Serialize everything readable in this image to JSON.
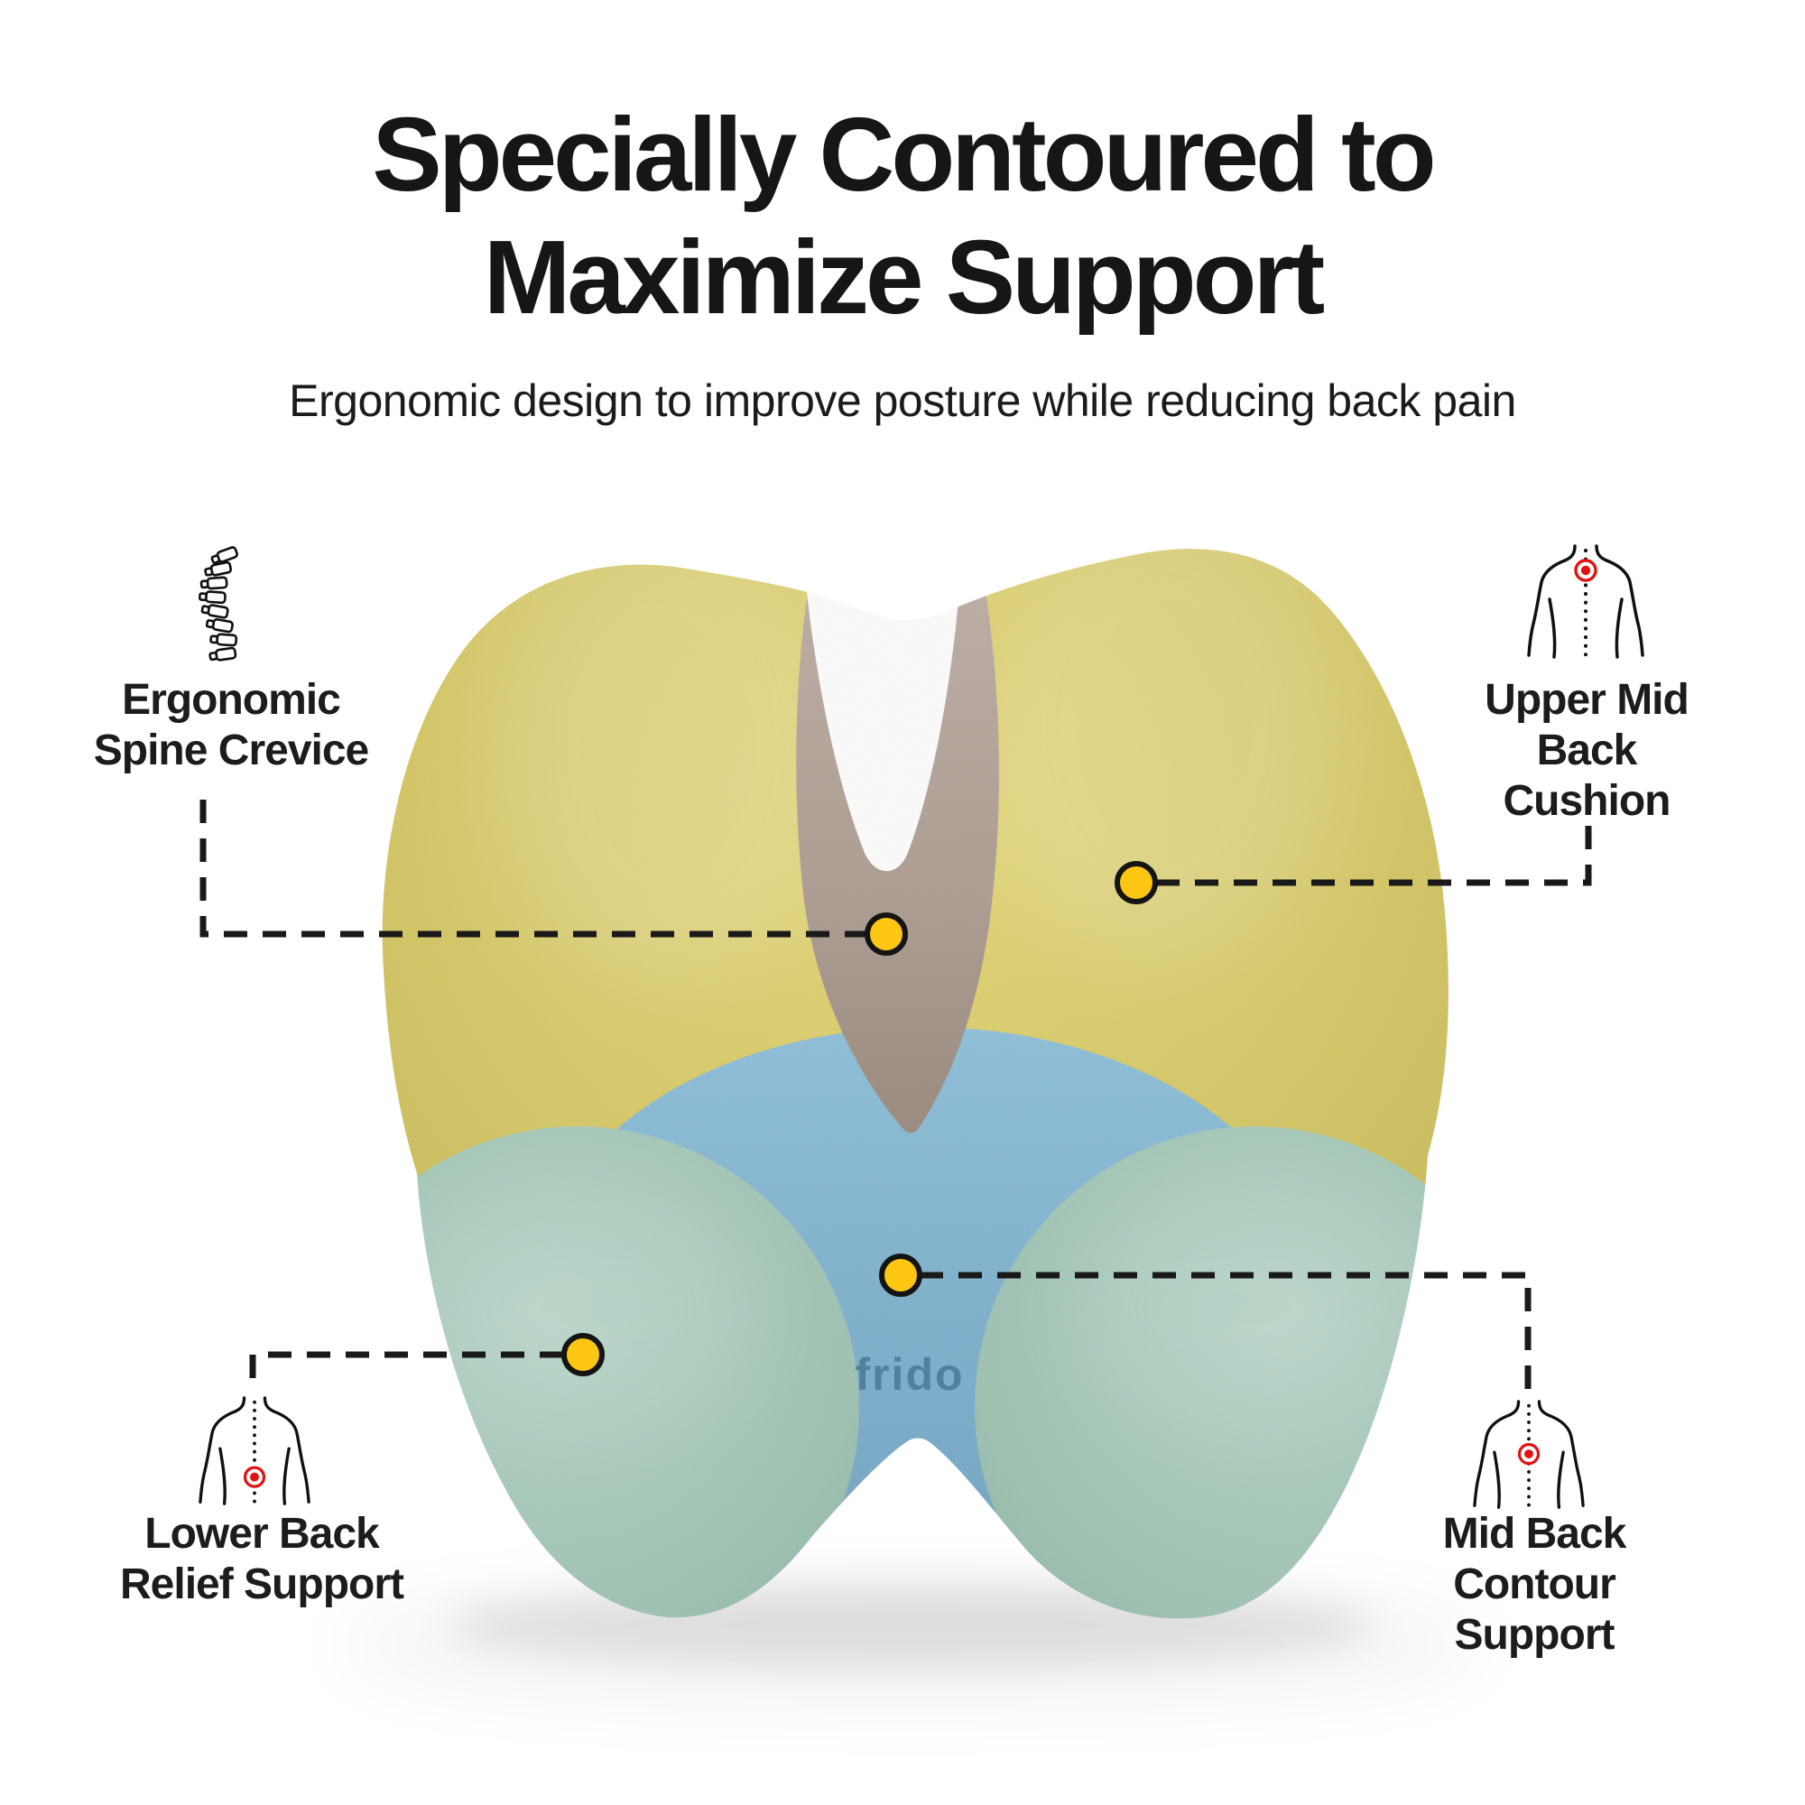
{
  "title": {
    "line1": "Specially Contoured to",
    "line2": "Maximize Support"
  },
  "subtitle": "Ergonomic design to improve posture while reducing back pain",
  "brand": {
    "logo_text": "frido"
  },
  "callouts": [
    {
      "id": "ergonomic-spine-crevice",
      "label": "Ergonomic\nSpine Crevice",
      "icon": "spine-icon",
      "position": "top-left"
    },
    {
      "id": "upper-mid-back-cushion",
      "label": "Upper Mid Back\nCushion",
      "icon": "body-target-upper-icon",
      "position": "top-right"
    },
    {
      "id": "lower-back-relief-support",
      "label": "Lower Back\nRelief Support",
      "icon": "body-target-lower-icon",
      "position": "bottom-left"
    },
    {
      "id": "mid-back-contour-support",
      "label": "Mid Back\nContour Support",
      "icon": "body-target-mid-icon",
      "position": "bottom-right"
    }
  ],
  "colors": {
    "cushion_yellow": "#d6c968",
    "cushion_crevice_taupe": "#b0a096",
    "cushion_center_blue": "#88b8d4",
    "cushion_lobe_teal": "#a3c6b8",
    "marker_yellow": "#fcc613",
    "connector_black": "#191919",
    "target_red": "#e31212",
    "logo_blue": "#4e7e9b",
    "text_dark": "#171717"
  }
}
